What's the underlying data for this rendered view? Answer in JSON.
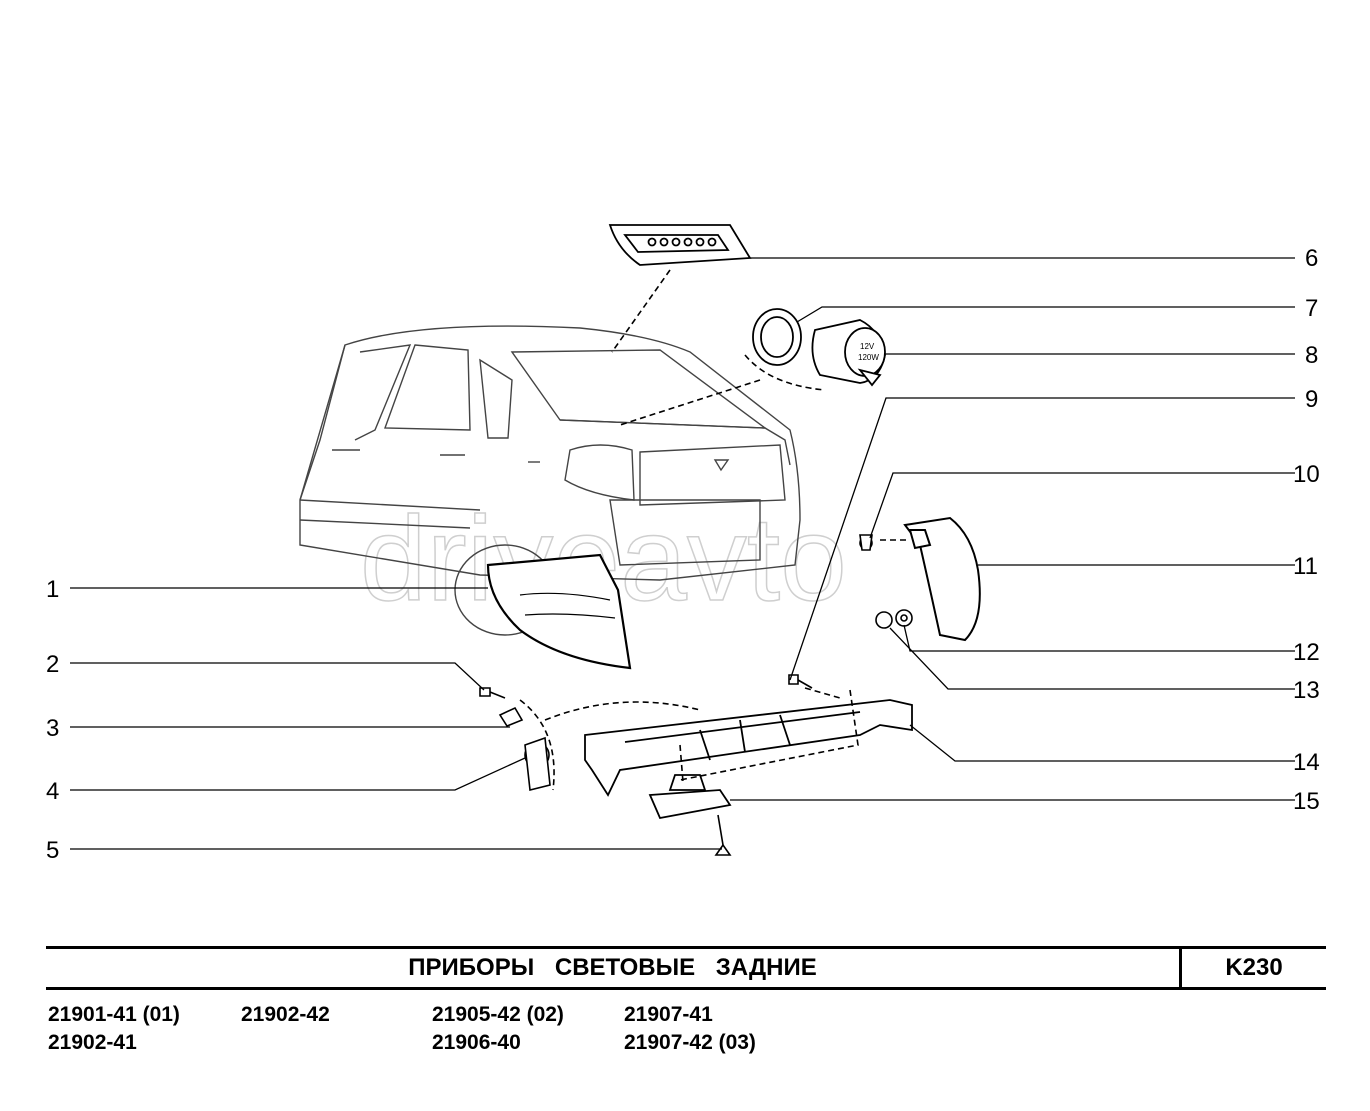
{
  "watermark": "driveavto",
  "callouts": [
    "1",
    "2",
    "3",
    "4",
    "5",
    "6",
    "7",
    "8",
    "9",
    "10",
    "11",
    "12",
    "13",
    "14",
    "15"
  ],
  "socket_text": [
    "12V",
    "120W"
  ],
  "title": "ПРИБОРЫ СВЕТОВЫЕ ЗАДНИЕ",
  "code": "K230",
  "models": [
    [
      "21901-41 (01)",
      "21902-41"
    ],
    [
      "21902-42"
    ],
    [
      "21905-42 (02)",
      "21906-40"
    ],
    [
      "21907-41",
      "21907-42 (03)"
    ]
  ]
}
